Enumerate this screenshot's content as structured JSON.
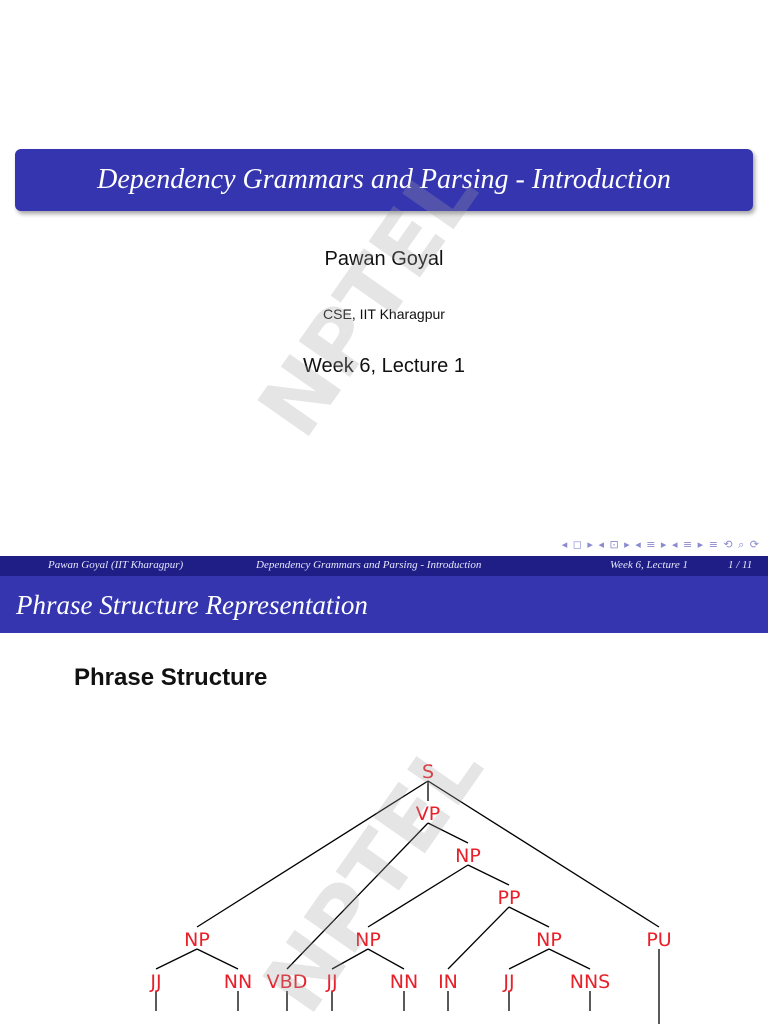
{
  "slide1": {
    "title": "Dependency Grammars and Parsing - Introduction",
    "author": "Pawan Goyal",
    "institution": "CSE, IIT Kharagpur",
    "week": "Week 6, Lecture 1",
    "nav_symbols": "◂ ◻ ▸ ◂ ⊡ ▸ ◂ ≡ ▸ ◂ ≡ ▸   ≡   ⟲ ⌕ ⟳"
  },
  "footer": {
    "author": "Pawan Goyal (IIT Kharagpur)",
    "title": "Dependency Grammars and Parsing - Introduction",
    "week": "Week 6, Lecture 1",
    "page": "1 / 11"
  },
  "slide2": {
    "frame_title": "Phrase Structure Representation",
    "heading": "Phrase Structure"
  },
  "watermark": "NPTEL",
  "colors": {
    "title_bg": "#3535b0",
    "footer_bg": "#1e1e86",
    "node": "#e8202a",
    "edge": "#000000"
  },
  "tree": {
    "nodes": [
      {
        "id": "S",
        "label": "S"
      },
      {
        "id": "VP",
        "label": "VP"
      },
      {
        "id": "NP1",
        "label": "NP"
      },
      {
        "id": "PP",
        "label": "PP"
      },
      {
        "id": "NPs",
        "label": "NP"
      },
      {
        "id": "NP2",
        "label": "NP"
      },
      {
        "id": "NP3",
        "label": "NP"
      },
      {
        "id": "PU",
        "label": "PU"
      },
      {
        "id": "JJ1",
        "label": "JJ"
      },
      {
        "id": "NN1",
        "label": "NN"
      },
      {
        "id": "VBD",
        "label": "VBD"
      },
      {
        "id": "JJ2",
        "label": "JJ"
      },
      {
        "id": "NN2",
        "label": "NN"
      },
      {
        "id": "IN",
        "label": "IN"
      },
      {
        "id": "JJ3",
        "label": "JJ"
      },
      {
        "id": "NNS",
        "label": "NNS"
      }
    ],
    "edges": [
      [
        "S",
        "VP"
      ],
      [
        "S",
        "NPs"
      ],
      [
        "S",
        "PU"
      ],
      [
        "VP",
        "NP1"
      ],
      [
        "VP",
        "VBD"
      ],
      [
        "NP1",
        "PP"
      ],
      [
        "NP1",
        "NP2"
      ],
      [
        "PP",
        "IN"
      ],
      [
        "PP",
        "NP3"
      ],
      [
        "NPs",
        "JJ1"
      ],
      [
        "NPs",
        "NN1"
      ],
      [
        "NP2",
        "JJ2"
      ],
      [
        "NP2",
        "NN2"
      ],
      [
        "NP3",
        "JJ3"
      ],
      [
        "NP3",
        "NNS"
      ]
    ],
    "leaves": [
      "JJ1",
      "NN1",
      "VBD",
      "JJ2",
      "NN2",
      "IN",
      "JJ3",
      "NNS",
      "PU"
    ]
  }
}
